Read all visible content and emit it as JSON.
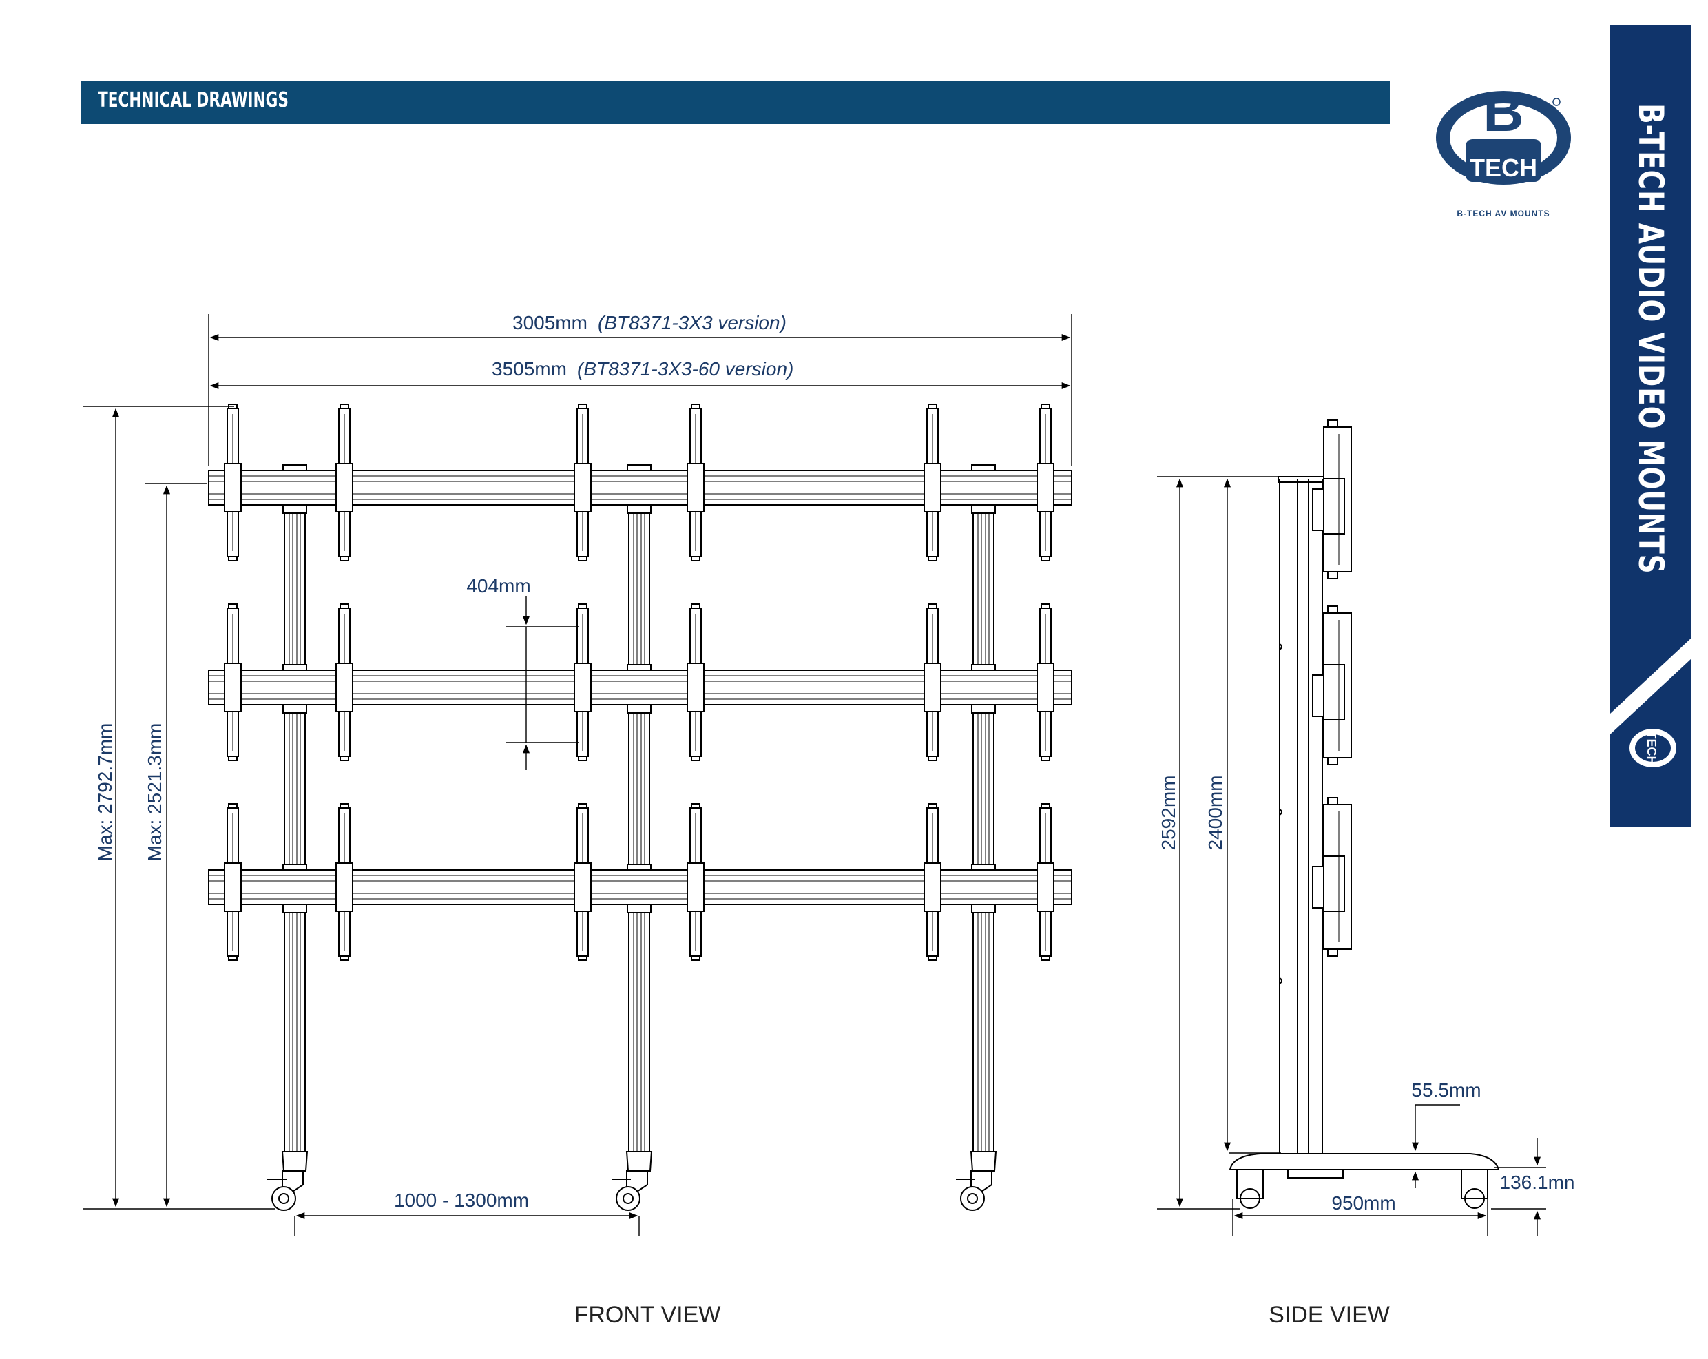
{
  "header": {
    "title": "TECHNICAL DRAWINGS"
  },
  "brand": {
    "logo_letter": "B",
    "logo_word": "TECH",
    "logo_sub": "B-TECH AV MOUNTS",
    "side_title": "B-TECH AUDIO VIDEO MOUNTS",
    "side_logo_word": "TECH",
    "colors": {
      "primary": "#0d4a73",
      "band": "#10346b",
      "dim_text": "#1c3a67"
    }
  },
  "front_view": {
    "label": "FRONT VIEW",
    "dims": {
      "width_3x3_value": "3005mm",
      "width_3x3_note": "(BT8371-3X3 version)",
      "width_60_value": "3505mm",
      "width_60_note": "(BT8371-3X3-60 version)",
      "max_height_total": "Max: 2792.7mm",
      "max_height_rail": "Max: 2521.3mm",
      "rail_spacing": "404mm",
      "column_spacing": "1000 - 1300mm"
    }
  },
  "side_view": {
    "label": "SIDE VIEW",
    "dims": {
      "height_total": "2592mm",
      "height_column": "2400mm",
      "base_height": "55.5mm",
      "base_depth": "950mm",
      "clearance": "136.1mn"
    }
  }
}
